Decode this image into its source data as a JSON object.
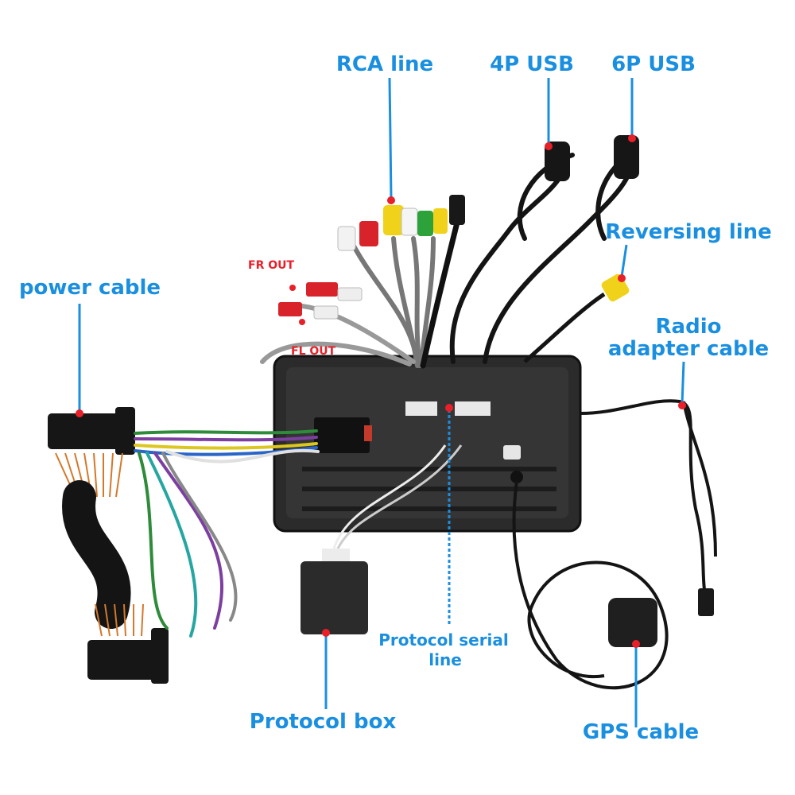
{
  "labels": {
    "rca_line": "RCA line",
    "usb_4p": "4P USB",
    "usb_6p": "6P USB",
    "reversing_line": "Reversing line",
    "radio_adapter_line1": "Radio",
    "radio_adapter_line2": "adapter cable",
    "power_cable": "power cable",
    "protocol_serial_line1": "Protocol serial",
    "protocol_serial_line2": "line",
    "protocol_box": "Protocol box",
    "gps_cable": "GPS cable",
    "fr_out": "FR OUT",
    "fl_out": "FL OUT"
  },
  "colors": {
    "label_blue": "#1a8fe0",
    "marker_red": "#e8202a",
    "unit_body": "#2a2a2a",
    "cable_black": "#111111"
  }
}
